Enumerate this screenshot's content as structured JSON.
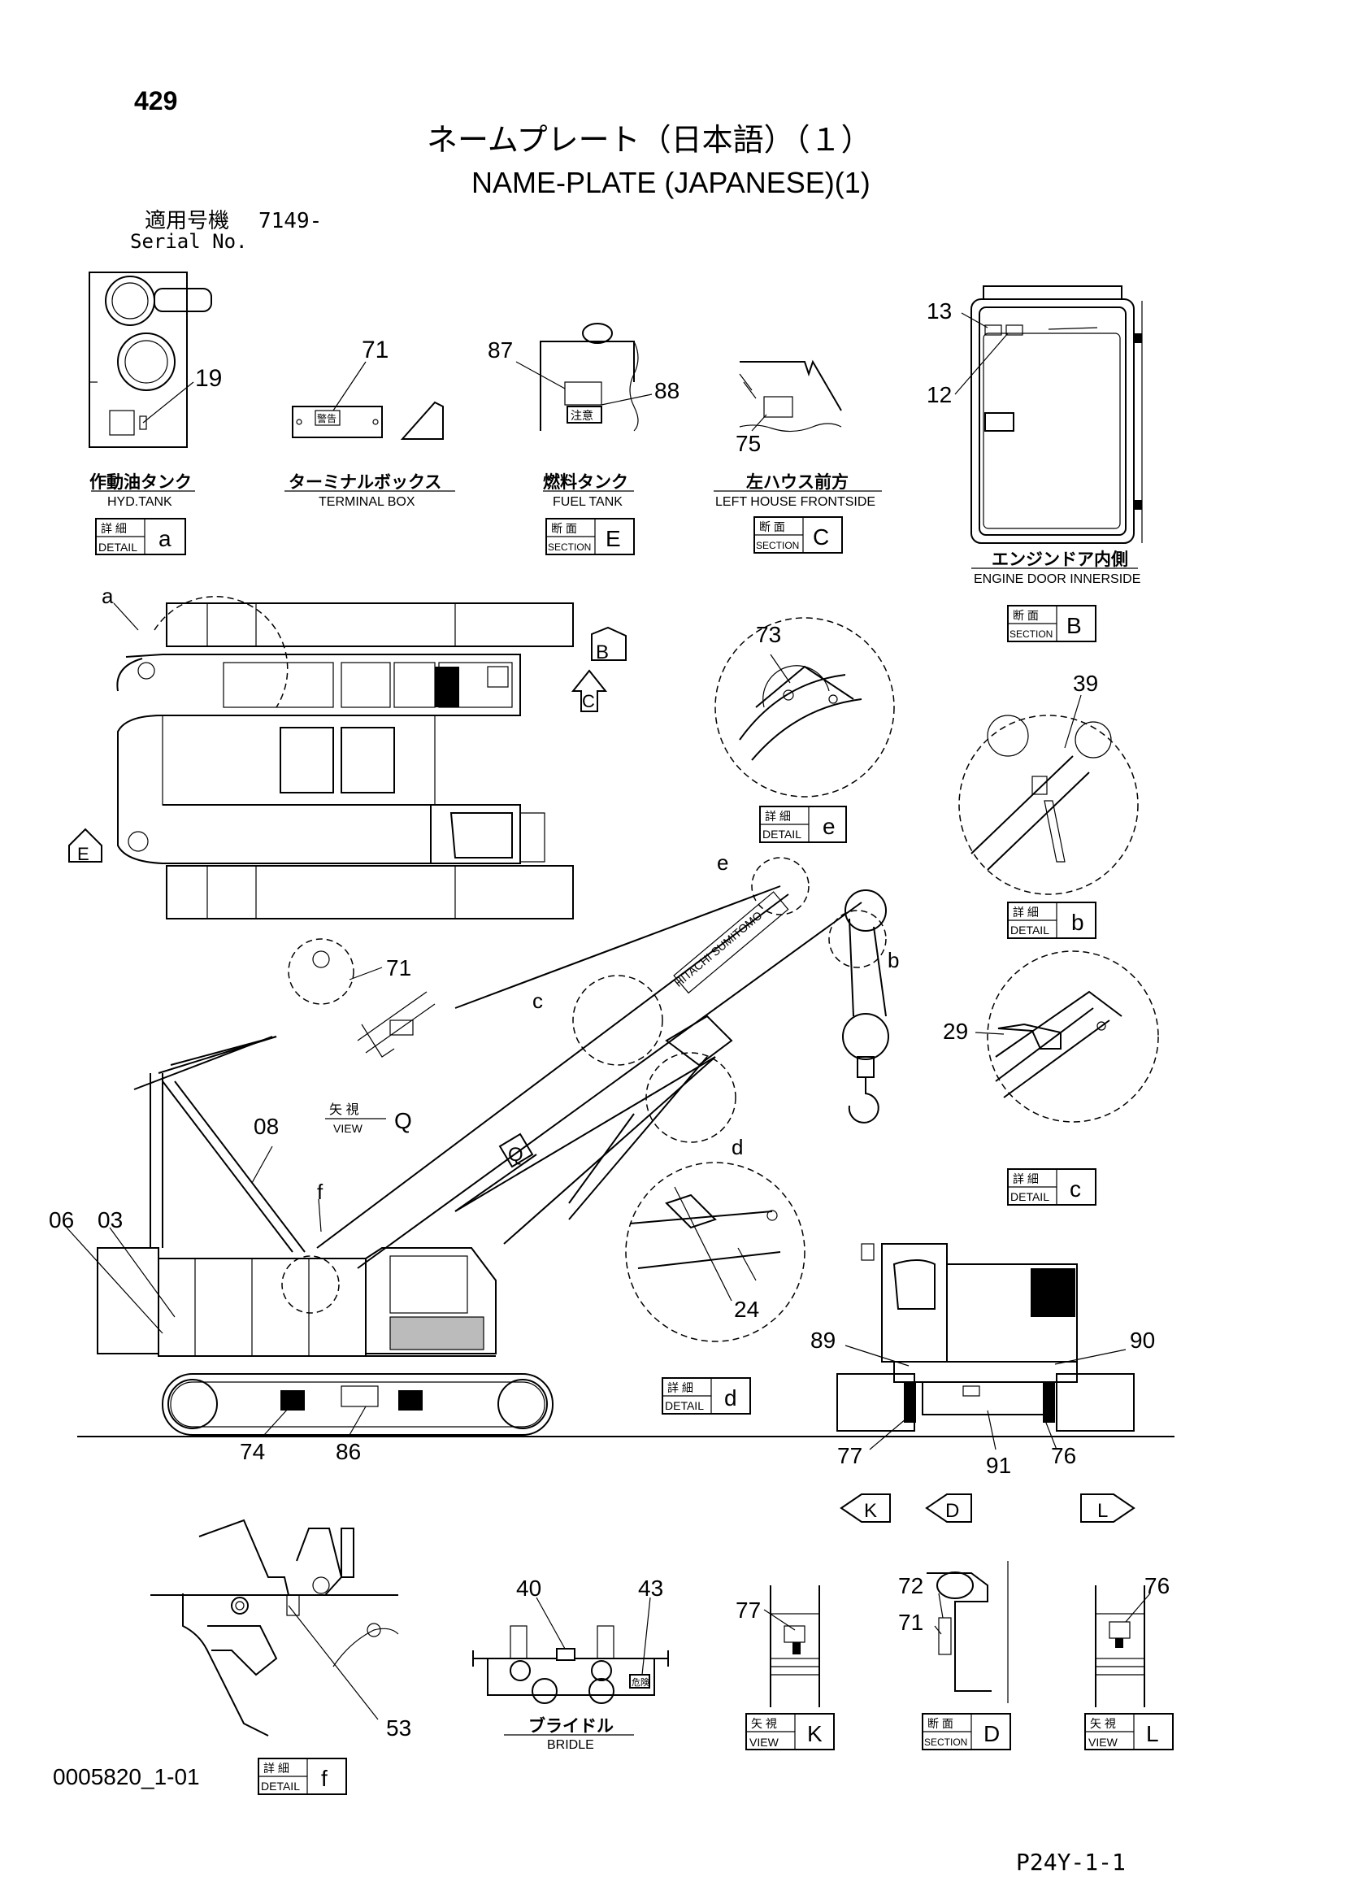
{
  "page_number": "429",
  "title_jp": "ネームプレート（日本語）（１）",
  "title_en": "NAME-PLATE (JAPANESE)(1)",
  "serial": {
    "label_jp": "適用号機",
    "value": "7149-",
    "label_en": "Serial No."
  },
  "doc_code": "0005820_1-01",
  "page_ref": "P24Y-1-1",
  "tags": {
    "detail_jp": "詳 細",
    "detail_en": "DETAIL",
    "section_jp": "断 面",
    "section_en": "SECTION",
    "view_jp": "矢 視",
    "view_en": "VIEW"
  },
  "captions": {
    "hyd_tank_jp": "作動油タンク",
    "hyd_tank_en": "HYD.TANK",
    "terminal_jp": "ターミナルボックス",
    "terminal_en": "TERMINAL BOX",
    "fuel_jp": "燃料タンク",
    "fuel_en": "FUEL TANK",
    "left_house_jp": "左ハウス前方",
    "left_house_en": "LEFT HOUSE FRONTSIDE",
    "engine_door_jp": "エンジンドア内側",
    "engine_door_en": "ENGINE DOOR INNERSIDE",
    "bridle_jp": "ブライドル",
    "bridle_en": "BRIDLE"
  },
  "plate_texts": {
    "warning": "警告",
    "caution": "注意",
    "danger": "危険",
    "boom_text": "HITACHI SUMITOMO"
  },
  "letters": {
    "a": "a",
    "b": "b",
    "c": "c",
    "d": "d",
    "e": "e",
    "f": "f",
    "B": "B",
    "C": "C",
    "D": "D",
    "E": "E",
    "K": "K",
    "L": "L",
    "Q": "Q"
  },
  "callouts": {
    "n19": "19",
    "n71": "71",
    "n87": "87",
    "n88": "88",
    "n75": "75",
    "n13": "13",
    "n12": "12",
    "n73": "73",
    "n39": "39",
    "n29": "29",
    "n08": "08",
    "n06": "06",
    "n03": "03",
    "n24": "24",
    "n89": "89",
    "n90": "90",
    "n77": "77",
    "n91": "91",
    "n76": "76",
    "n74": "74",
    "n86": "86",
    "n40": "40",
    "n43": "43",
    "n72": "72",
    "n53": "53"
  }
}
